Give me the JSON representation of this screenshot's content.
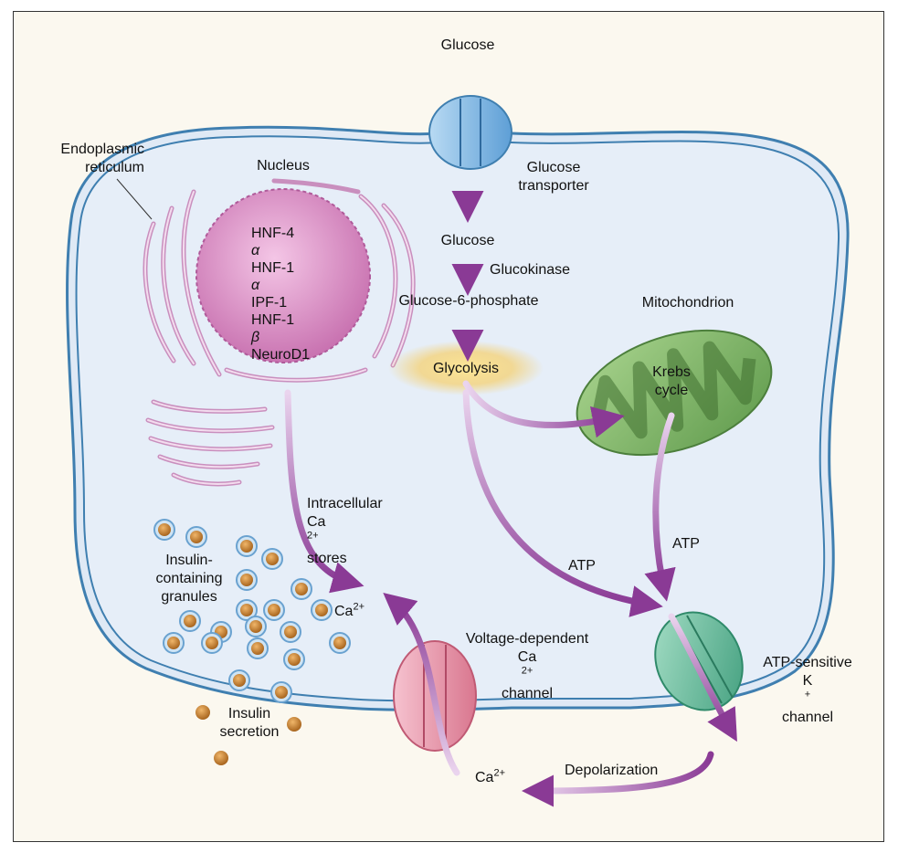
{
  "labels": {
    "glucose_outside": "Glucose",
    "glucose_transporter": [
      "Glucose",
      "transporter"
    ],
    "endoplasmic_reticulum": [
      "Endoplasmic",
      "reticulum"
    ],
    "nucleus": "Nucleus",
    "nuclear_factors": [
      {
        "base": "HNF-4",
        "greek": "α"
      },
      {
        "base": "HNF-1",
        "greek": "α"
      },
      {
        "base": "IPF-1",
        "greek": ""
      },
      {
        "base": "HNF-1",
        "greek": "β"
      },
      {
        "base": "NeuroD1",
        "greek": ""
      }
    ],
    "glucose_inside": "Glucose",
    "glucokinase": "Glucokinase",
    "glucose_6_phosphate": "Glucose-6-phosphate",
    "glycolysis": "Glycolysis",
    "mitochondrion": "Mitochondrion",
    "krebs_cycle": [
      "Krebs",
      "cycle"
    ],
    "intracellular_stores": {
      "line1": "Intracellular",
      "ca": "Ca",
      "sup": "2+",
      "rest": " stores"
    },
    "insulin_granules": [
      "Insulin-",
      "containing",
      "granules"
    ],
    "ca_inside": {
      "ca": "Ca",
      "sup": "2+"
    },
    "voltage_channel": {
      "line1": "Voltage-dependent",
      "ca": "Ca",
      "sup": "2+",
      "rest": " channel"
    },
    "atp_left": "ATP",
    "atp_right": "ATP",
    "katp_channel": {
      "line1": "ATP-sensitive",
      "k": "K",
      "sup": "+",
      "rest": " channel"
    },
    "insulin_secretion": [
      "Insulin",
      "secretion"
    ],
    "ca_outside": {
      "ca": "Ca",
      "sup": "2+"
    },
    "depolarization": "Depolarization"
  },
  "colors": {
    "cell_fill": "#e4ecf7",
    "membrane": "#3f7fb0",
    "nucleus": "#d890c4",
    "er": "#d6a9cf",
    "mitochondrion": "#7fb36a",
    "glycolysis_glow": "#f7d36a",
    "arrow_purple": "#8a3a95",
    "granule": "#c07a2a",
    "granule_ring": "#6aa2d0",
    "glucose_transporter": "#8cc0e8",
    "ca_channel": "#e89aac",
    "k_channel": "#6cc4a4"
  }
}
